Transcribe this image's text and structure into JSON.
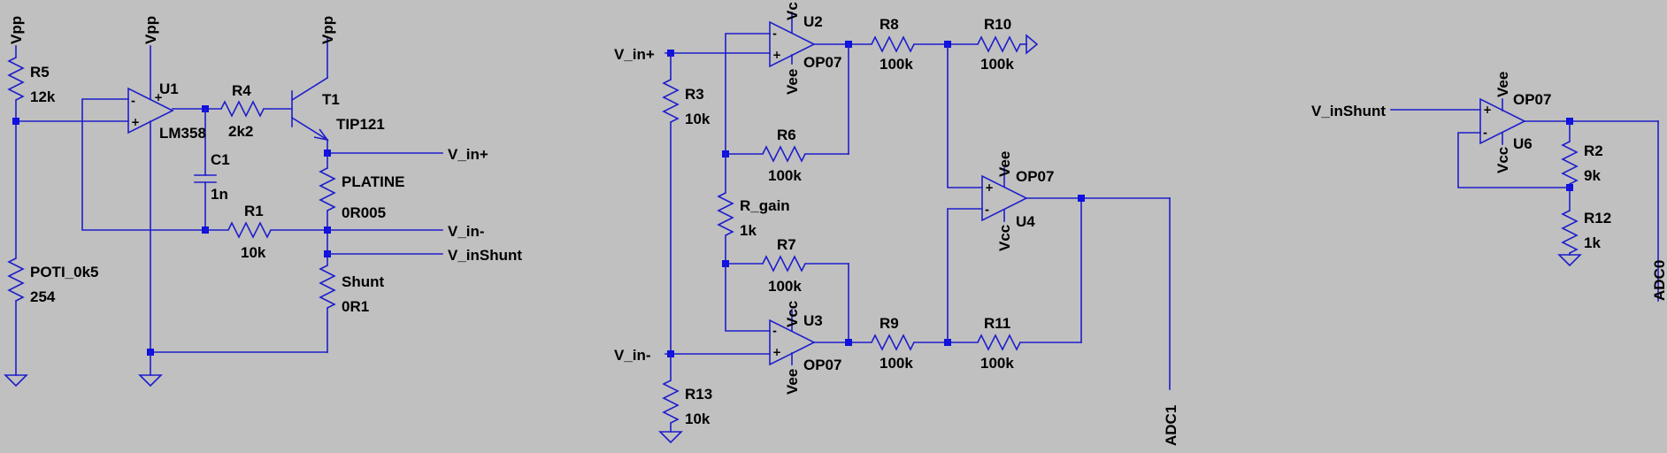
{
  "components": {
    "R5": {
      "ref": "R5",
      "value": "12k"
    },
    "POTI": {
      "ref": "POTI_0k5",
      "value": "254"
    },
    "U1": {
      "ref": "U1",
      "value": "LM358"
    },
    "R4": {
      "ref": "R4",
      "value": "2k2"
    },
    "C1": {
      "ref": "C1",
      "value": "1n"
    },
    "R1": {
      "ref": "R1",
      "value": "10k"
    },
    "T1": {
      "ref": "T1",
      "value": "TIP121"
    },
    "PLATINE": {
      "ref": "PLATINE",
      "value": "0R005"
    },
    "Shunt": {
      "ref": "Shunt",
      "value": "0R1"
    },
    "R3": {
      "ref": "R3",
      "value": "10k"
    },
    "R13": {
      "ref": "R13",
      "value": "10k"
    },
    "U2": {
      "ref": "U2",
      "value": "OP07"
    },
    "U3": {
      "ref": "U3",
      "value": "OP07"
    },
    "R8": {
      "ref": "R8",
      "value": "100k"
    },
    "R10": {
      "ref": "R10",
      "value": "100k"
    },
    "R6": {
      "ref": "R6",
      "value": "100k"
    },
    "Rgain": {
      "ref": "R_gain",
      "value": "1k"
    },
    "R7": {
      "ref": "R7",
      "value": "100k"
    },
    "R9": {
      "ref": "R9",
      "value": "100k"
    },
    "R11": {
      "ref": "R11",
      "value": "100k"
    },
    "U4": {
      "ref": "U4",
      "value": "OP07"
    },
    "U6": {
      "ref": "U6",
      "value": "OP07"
    },
    "R2": {
      "ref": "R2",
      "value": "9k"
    },
    "R12": {
      "ref": "R12",
      "value": "1k"
    }
  },
  "supplies": {
    "vpp": "Vpp",
    "vcc": "Vcc",
    "vee": "Vee",
    "vc_trunc": "Vc"
  },
  "net_labels": {
    "vin_plus": "V_in+",
    "vin_minus": "V_in-",
    "vin_shunt": "V_inShunt",
    "adc0": "ADC0",
    "adc1": "ADC1"
  },
  "pin_signs": {
    "plus": "+",
    "minus": "-"
  }
}
